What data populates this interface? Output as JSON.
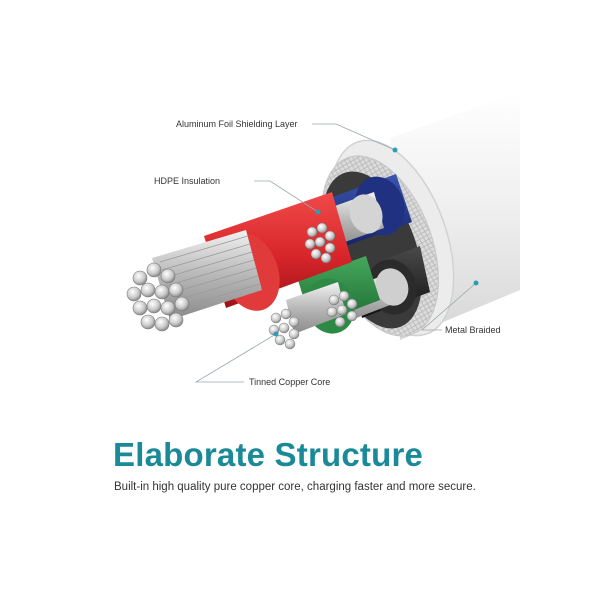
{
  "callouts": {
    "aluminum": "Aluminum Foil Shielding Layer",
    "hdpe": "HDPE Insulation",
    "braided": "Metal Braided",
    "copper": "Tinned Copper Core"
  },
  "headline": "Elaborate Structure",
  "subtitle": "Built-in high quality pure copper core, charging faster and more secure.",
  "colors": {
    "headline": "#1a8a98",
    "red_wire": "#d8262b",
    "blue_wire": "#243c8e",
    "green_wire": "#2e8a45",
    "black_wire": "#2a2a2a",
    "jacket": "#f1f1f1",
    "dot": "#2f9cb5"
  }
}
